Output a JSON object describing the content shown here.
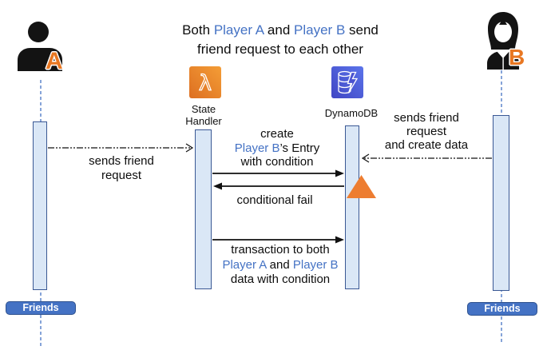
{
  "title": {
    "t1": "Both",
    "player_a": "Player A",
    "t2": "and",
    "player_b": "Player B",
    "t3": "send",
    "line2": "friend request to each other"
  },
  "actors": {
    "player_a": {
      "badge": "A"
    },
    "player_b": {
      "badge": "B"
    },
    "state_handler": {
      "line1": "State",
      "line2": "Handler"
    },
    "dynamodb": {
      "label": "DynamoDB"
    }
  },
  "messages": {
    "a_sends": {
      "line1": "sends friend",
      "line2": "request"
    },
    "create_entry": {
      "line1": "create",
      "player": "Player B",
      "suffix": "’s Entry",
      "line3": "with condition"
    },
    "conditional_fail": "conditional fail",
    "transaction": {
      "line1": "transaction to both",
      "player_a": "Player A",
      "and": "and",
      "player_b": "Player B",
      "line3": "data with condition"
    },
    "b_sends": {
      "line1": "sends friend",
      "line2": "request",
      "line3": "and create data"
    }
  },
  "friends_label": "Friends",
  "icons": {
    "player_a": "person-icon",
    "player_b": "woman-icon",
    "state_handler": "aws-lambda-icon",
    "dynamodb": "aws-dynamodb-icon",
    "warning": "warning-triangle-icon"
  },
  "colors": {
    "accent_blue": "#4472C4",
    "badge_border": "#2F528F",
    "bar_fill": "#DAE7F6",
    "bar_border": "#3A5894",
    "orange_letter": "#E87722",
    "triangle_orange": "#ED7D31",
    "lambda_orange_start": "#DD6F21",
    "lambda_orange_end": "#F49D36",
    "dynamo_blue_start": "#4046C4",
    "dynamo_blue_end": "#5B74EA",
    "arrow_black": "#111111"
  }
}
